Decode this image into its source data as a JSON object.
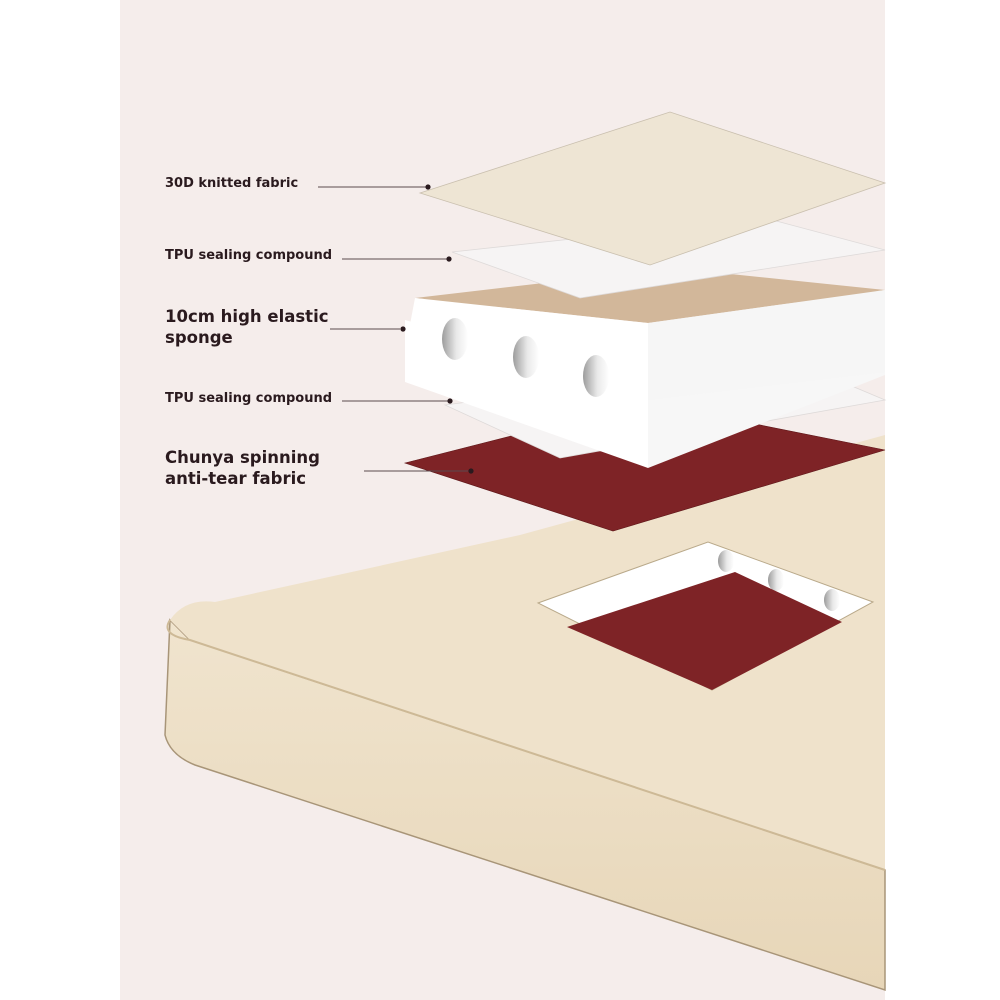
{
  "labels": [
    {
      "text": "30D knitted fabric"
    },
    {
      "text": "TPU sealing compound"
    },
    {
      "text": "10cm high elastic",
      "line2": "sponge"
    },
    {
      "text": "TPU sealing compound"
    },
    {
      "text": "Chunya spinning",
      "line2": "anti-tear fabric"
    }
  ],
  "colors": {
    "background": "#f5edeb",
    "knitted_fabric": "#eee5d4",
    "tpu_film": "#f4f2f2",
    "sponge_top": "#d2b79a",
    "sponge_side": "#ffffff",
    "anti_tear_fabric": "#7e2326",
    "mattress": "#efe2cb",
    "label_text": "#2a1a1e"
  }
}
